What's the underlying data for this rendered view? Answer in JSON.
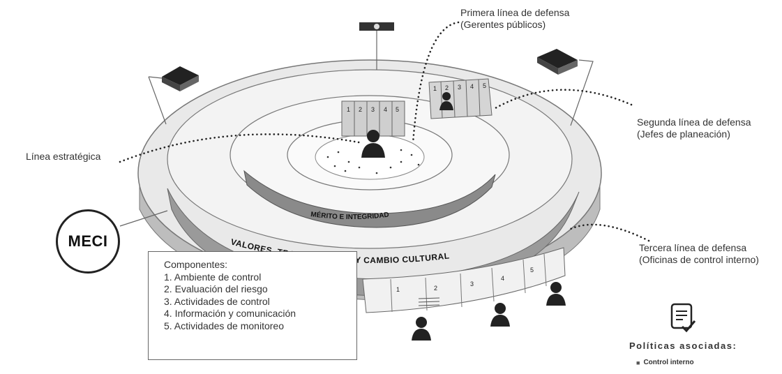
{
  "lines": {
    "primera": [
      "Primera línea de defensa",
      "(Gerentes públicos)"
    ],
    "segunda": [
      "Segunda línea de defensa",
      "(Jefes de planeación)"
    ],
    "estrategica": "Línea estratégica",
    "tercera": [
      "Tercera línea de defensa",
      "(Oficinas de control interno)"
    ]
  },
  "meci": "MECI",
  "ring_labels": {
    "inner": "MÉRITO E INTEGRIDAD",
    "outer": "VALORES, TRANSPARENCIA Y CAMBIO CULTURAL"
  },
  "components": {
    "title": "Componentes:",
    "items": [
      "1. Ambiente de control",
      "2. Evaluación del riesgo",
      "3. Actividades de control",
      "4. Información y comunicación",
      "5. Actividades de monitoreo"
    ]
  },
  "panel_numbers": [
    "1",
    "2",
    "3",
    "4",
    "5"
  ],
  "policies": {
    "title": "Políticas asociadas:",
    "items": [
      "Control interno"
    ]
  },
  "colors": {
    "ring": "#8a8a8a",
    "dots": "#333333",
    "icon": "#222222"
  }
}
